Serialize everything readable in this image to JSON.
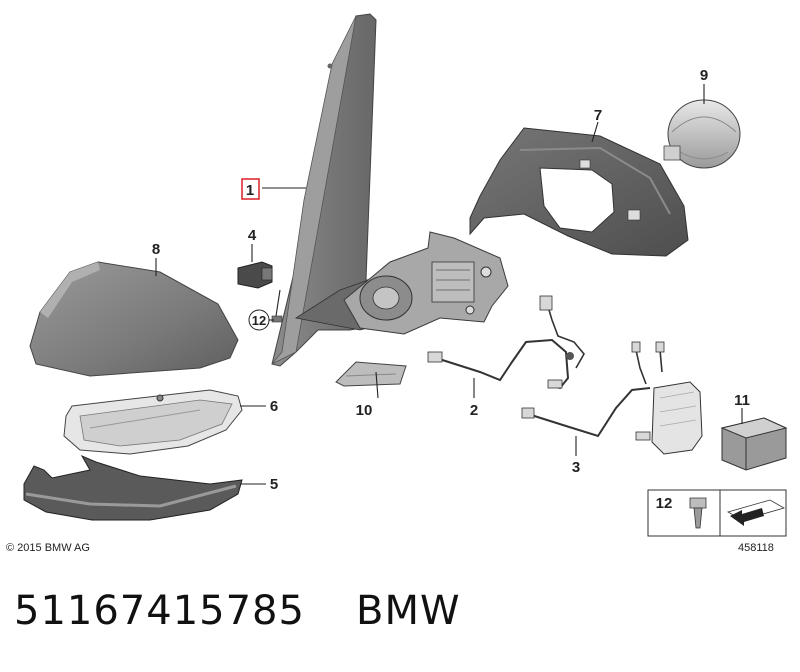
{
  "diagram": {
    "callouts": {
      "c1": "1",
      "c2": "2",
      "c3": "3",
      "c4": "4",
      "c5": "5",
      "c6": "6",
      "c7": "7",
      "c8": "8",
      "c9": "9",
      "c10": "10",
      "c11": "11",
      "c12": "12",
      "legend12": "12"
    },
    "copyright": "© 2015 BMW AG",
    "diagram_number": "458118"
  },
  "footer": {
    "part_number": "51167415785",
    "brand": "BMW"
  },
  "colors": {
    "highlight": "#d81f26",
    "part_fill": "#8a8a8a",
    "part_dark": "#5a5a5a"
  }
}
